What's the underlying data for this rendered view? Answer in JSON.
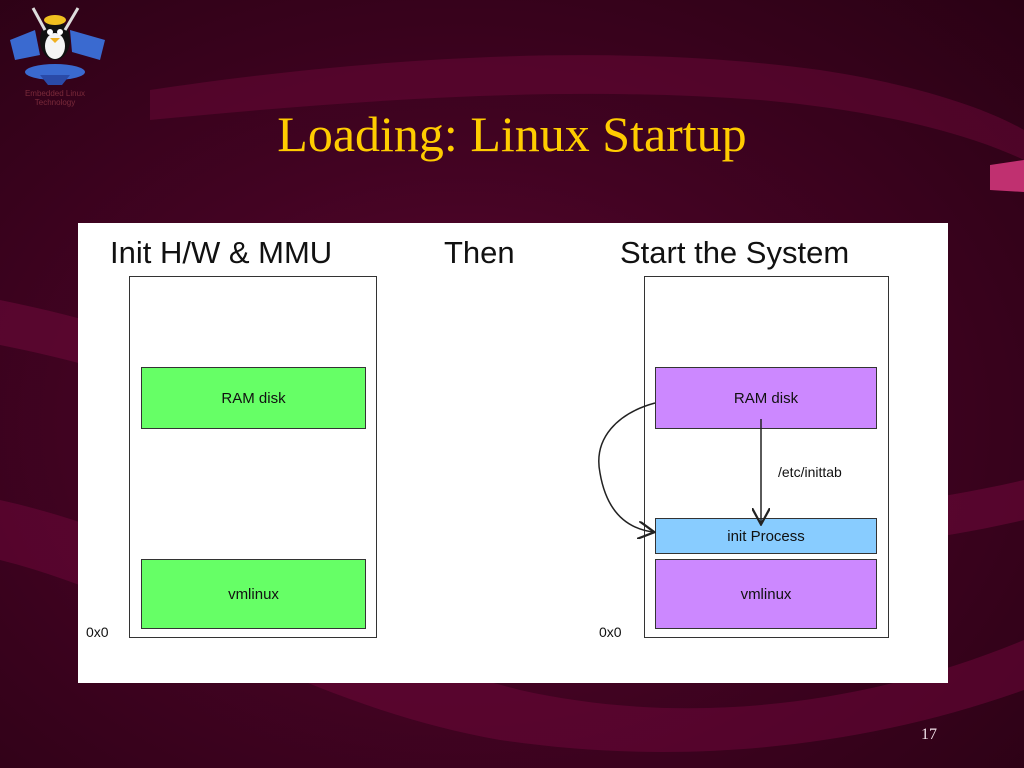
{
  "slide": {
    "title": "Loading: Linux Startup",
    "page_number": "17"
  },
  "diagram": {
    "left_heading": "Init H/W & MMU",
    "middle_heading": "Then",
    "right_heading": "Start the System",
    "left_panel": {
      "blocks": [
        "RAM disk",
        "vmlinux"
      ],
      "address_label": "0x0"
    },
    "right_panel": {
      "blocks": [
        "RAM disk",
        "init Process",
        "vmlinux"
      ],
      "address_label": "0x0",
      "arrow_label": "/etc/inittab"
    }
  },
  "colors": {
    "background": "#420322",
    "title": "#ffcc00",
    "left_block": "#66ff66",
    "right_block": "#cc88ff",
    "init_block": "#88ccff"
  }
}
